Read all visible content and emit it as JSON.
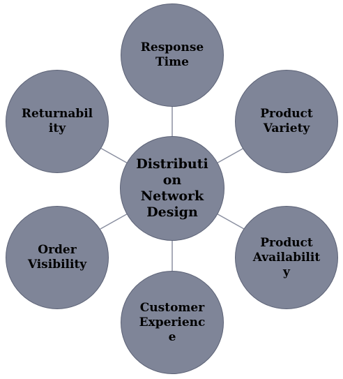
{
  "diagram": {
    "center": {
      "lines": [
        "Distributi",
        "on",
        "Network",
        "Design"
      ]
    },
    "nodes": [
      {
        "id": "response-time",
        "lines": [
          "Response",
          "Time"
        ]
      },
      {
        "id": "product-variety",
        "lines": [
          "Product",
          "Variety"
        ]
      },
      {
        "id": "product-availability",
        "lines": [
          "Product",
          "Availabilit",
          "y"
        ]
      },
      {
        "id": "customer-experience",
        "lines": [
          "Customer",
          "Experienc",
          "e"
        ]
      },
      {
        "id": "order-visibility",
        "lines": [
          "Order",
          "Visibility"
        ]
      },
      {
        "id": "returnability",
        "lines": [
          "Returnabil",
          "ity"
        ]
      }
    ],
    "colors": {
      "fill": "#7f8598",
      "border": "#5c6276",
      "connector": "#8a8fa0",
      "text": "#000000"
    }
  }
}
